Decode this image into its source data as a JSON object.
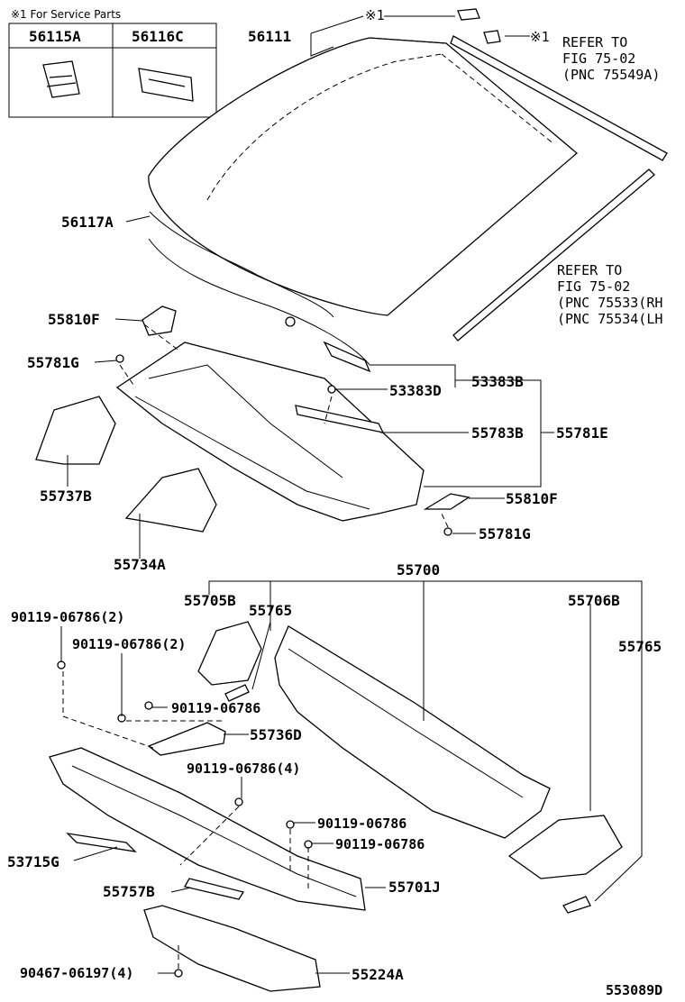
{
  "service_note": "※1 For Service Parts",
  "service_parts": [
    "56115A",
    "56116C"
  ],
  "refer_notes": {
    "upper": [
      "REFER TO",
      "FIG 75-02",
      "(PNC 75549A)"
    ],
    "lower": [
      "REFER TO",
      "FIG 75-02",
      "(PNC 75533(RH",
      "(PNC 75534(LH"
    ]
  },
  "mark": "※1",
  "labels": {
    "p56111": "56111",
    "p56117A": "56117A",
    "p55810F_a": "55810F",
    "p55781G_a": "55781G",
    "p53383B": "53383B",
    "p53383D": "53383D",
    "p55783B": "55783B",
    "p55781E": "55781E",
    "p55737B": "55737B",
    "p55810F_b": "55810F",
    "p55781G_b": "55781G",
    "p55734A": "55734A",
    "p55700": "55700",
    "p55705B": "55705B",
    "p55765_a": "55765",
    "p55706B": "55706B",
    "p55765_b": "55765",
    "p90119_a": "90119-06786(2)",
    "p90119_b": "90119-06786(2)",
    "p90119_c": "90119-06786",
    "p55736D": "55736D",
    "p90119_d": "90119-06786(4)",
    "p90119_e": "90119-06786",
    "p90119_f": "90119-06786",
    "p53715G": "53715G",
    "p55757B": "55757B",
    "p55701J": "55701J",
    "p90467": "90467-06197(4)",
    "p55224A": "55224A"
  },
  "diagram_id": "553089D"
}
